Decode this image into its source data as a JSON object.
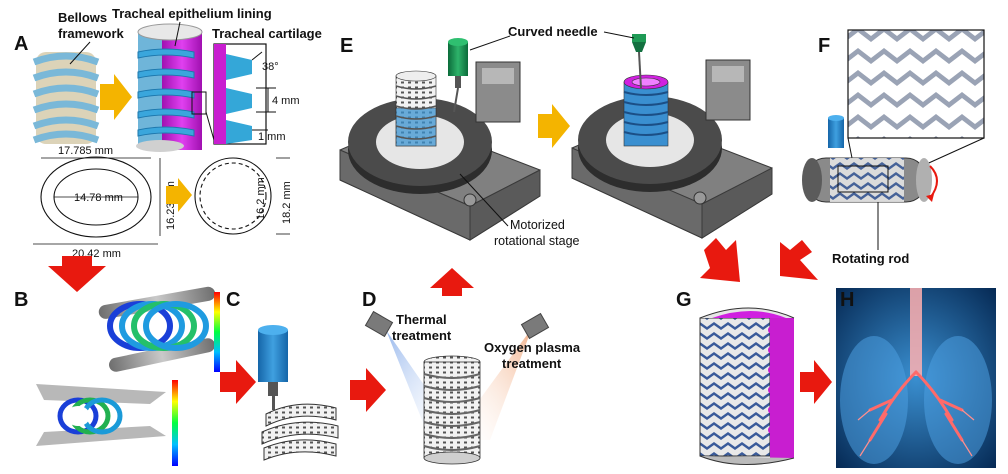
{
  "panels": {
    "A": "A",
    "B": "B",
    "C": "C",
    "D": "D",
    "E": "E",
    "F": "F",
    "G": "G",
    "H": "H"
  },
  "labels": {
    "bellows_framework": [
      "Bellows",
      "framework"
    ],
    "tracheal_epithelium": "Tracheal epithelium lining",
    "tracheal_cartilage": "Tracheal cartilage",
    "curved_needle": "Curved needle",
    "motorized_stage": [
      "Motorized",
      "rotational stage"
    ],
    "rotating_rod": "Rotating rod",
    "thermal_treatment": [
      "Thermal",
      "treatment"
    ],
    "oxygen_plasma": [
      "Oxygen plasma",
      "treatment"
    ]
  },
  "dimensions": {
    "angle": "38°",
    "height_4mm": "4 mm",
    "thick_1mm": "1 mm",
    "outer_width": "17.785 mm",
    "inner_width": "14.78 mm",
    "outer_height": "16.23 mm",
    "bottom_width": "20.42 mm",
    "circle_inner": "16.2 mm",
    "circle_outer": "18.2 mm"
  },
  "colors": {
    "arrow_yellow": "#f4b400",
    "arrow_red": "#e8190f",
    "lining_magenta": "#c81ed0",
    "cartilage_blue": "#34a7d8",
    "gray_body": "#9a9a9a"
  }
}
